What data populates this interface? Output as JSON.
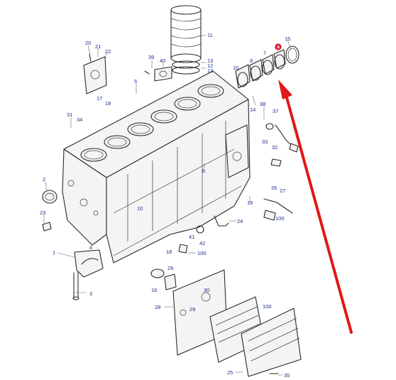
{
  "callouts": [
    {
      "id": "c11",
      "label": "11"
    },
    {
      "id": "c13a",
      "label": "13"
    },
    {
      "id": "c12",
      "label": "12"
    },
    {
      "id": "c13b",
      "label": "13"
    },
    {
      "id": "c15",
      "label": "15"
    },
    {
      "id": "c9",
      "label": "9",
      "highlight": true
    },
    {
      "id": "c7",
      "label": "7"
    },
    {
      "id": "c8",
      "label": "8"
    },
    {
      "id": "c10",
      "label": "10"
    },
    {
      "id": "c20",
      "label": "20"
    },
    {
      "id": "c21",
      "label": "21"
    },
    {
      "id": "c22",
      "label": "22"
    },
    {
      "id": "c39",
      "label": "39"
    },
    {
      "id": "c40",
      "label": "40"
    },
    {
      "id": "c5",
      "label": "5"
    },
    {
      "id": "c17",
      "label": "17"
    },
    {
      "id": "c18a",
      "label": "18"
    },
    {
      "id": "c31",
      "label": "31"
    },
    {
      "id": "c34",
      "label": "34"
    },
    {
      "id": "c14",
      "label": "14"
    },
    {
      "id": "c38",
      "label": "38"
    },
    {
      "id": "c37",
      "label": "37"
    },
    {
      "id": "c33",
      "label": "33"
    },
    {
      "id": "c32",
      "label": "32"
    },
    {
      "id": "c2",
      "label": "2"
    },
    {
      "id": "c23",
      "label": "23"
    },
    {
      "id": "c6",
      "label": "6"
    },
    {
      "id": "c26",
      "label": "26"
    },
    {
      "id": "c27",
      "label": "27"
    },
    {
      "id": "c19",
      "label": "19"
    },
    {
      "id": "c100a",
      "label": "100"
    },
    {
      "id": "c1",
      "label": "1"
    },
    {
      "id": "c4",
      "label": "4"
    },
    {
      "id": "c10b",
      "label": "10"
    },
    {
      "id": "c24",
      "label": "24"
    },
    {
      "id": "c41",
      "label": "41"
    },
    {
      "id": "c42",
      "label": "42"
    },
    {
      "id": "c18b",
      "label": "18"
    },
    {
      "id": "c100b",
      "label": "100"
    },
    {
      "id": "c29a",
      "label": "29"
    },
    {
      "id": "c16",
      "label": "16"
    },
    {
      "id": "c3",
      "label": "3"
    },
    {
      "id": "c30",
      "label": "30"
    },
    {
      "id": "c28",
      "label": "28"
    },
    {
      "id": "c29b",
      "label": "29"
    },
    {
      "id": "c100c",
      "label": "100"
    },
    {
      "id": "c25",
      "label": "25"
    },
    {
      "id": "c35",
      "label": "35"
    }
  ],
  "colors": {
    "callout_text": "#1f2f8a",
    "highlight": "#d6152b",
    "arrow": "#e01818",
    "line": "#2a2a2a"
  }
}
